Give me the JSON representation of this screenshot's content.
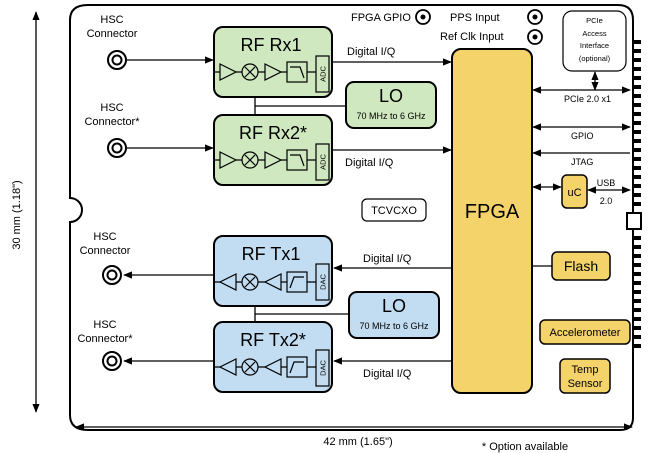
{
  "dimensions": {
    "height": "30 mm (1.18\")",
    "width": "42 mm (1.65\")"
  },
  "footnote": "* Option available",
  "connectors": {
    "rx1": [
      "HSC",
      "Connector"
    ],
    "rx2": [
      "HSC",
      "Connector*"
    ],
    "tx1": [
      "HSC",
      "Connector"
    ],
    "tx2": [
      "HSC",
      "Connector*"
    ]
  },
  "blocks": {
    "rf_rx1": "RF Rx1",
    "rf_rx2": "RF Rx2*",
    "rf_tx1": "RF Tx1",
    "rf_tx2": "RF Tx2*",
    "adc": "ADC",
    "dac": "DAC",
    "lo": "LO",
    "lo_range": "70 MHz to 6 GHz",
    "fpga": "FPGA",
    "tcvcxo": "TCVCXO",
    "uc": "uC",
    "flash": "Flash",
    "accelerometer": "Accelerometer",
    "temp_sensor": [
      "Temp",
      "Sensor"
    ]
  },
  "signals": {
    "digital_iq": "Digital I/Q",
    "fpga_gpio": "FPGA GPIO",
    "pps_input": "PPS Input",
    "ref_clk_input": "Ref Clk Input",
    "pcie_access": [
      "PCIe",
      "Access",
      "Interface",
      "(optional)"
    ],
    "pcie_link": "PCIe 2.0 x1",
    "gpio": "GPIO",
    "jtag": "JTAG",
    "usb": [
      "USB",
      "2.0"
    ]
  },
  "colors": {
    "rx_fill": "#cfe8bf",
    "tx_fill": "#c2dcf2",
    "fpga_fill": "#f5d36b",
    "aux_fill": "#f5d36b",
    "outline": "#000000"
  }
}
